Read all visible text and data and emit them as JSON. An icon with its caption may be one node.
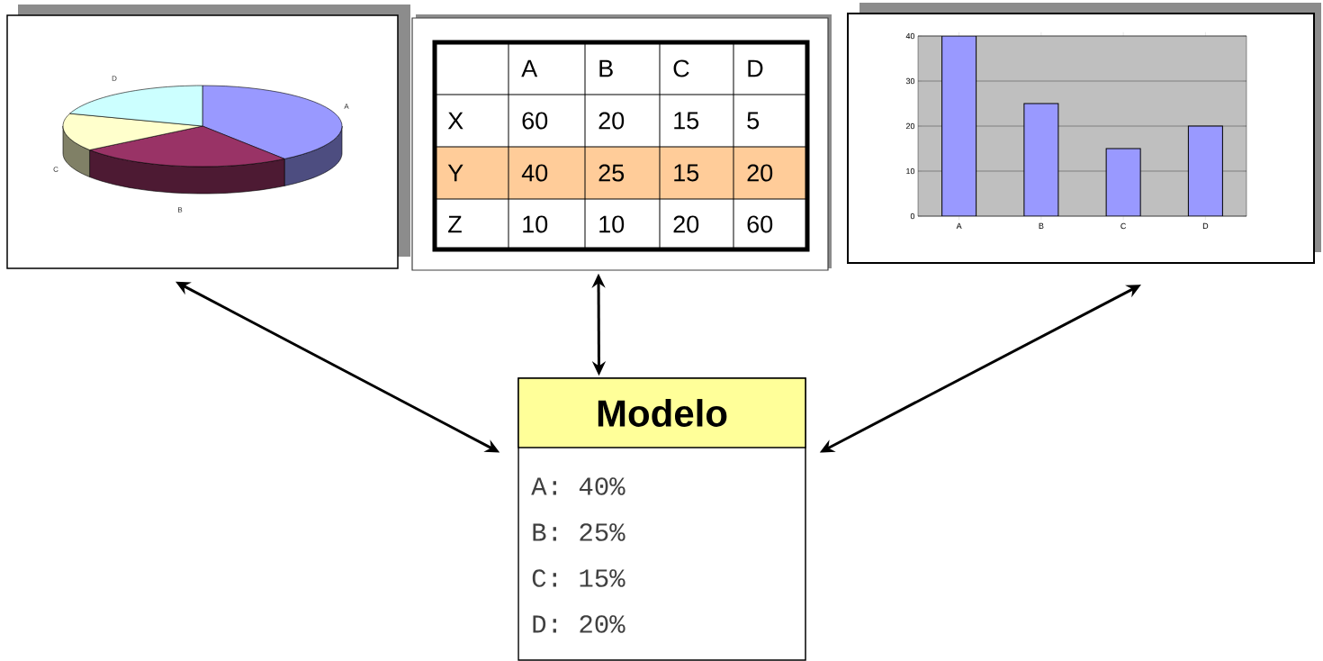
{
  "diagram": {
    "nodes": [
      {
        "text": [
          "D",
          "A",
          "C",
          "B"
        ]
      },
      {
        "text": [],
        "shape": "box"
      },
      {
        "text": [],
        "shape": "picture"
      },
      {
        "text": [
          "Modelo",
          "A: 40%",
          "B: 25%",
          "C: 15%",
          "D: 20%"
        ]
      }
    ],
    "edges": [
      {
        "from": 3,
        "to": 0,
        "arrow": "both"
      },
      {
        "from": 3,
        "to": 1,
        "arrow": "both"
      },
      {
        "from": 3,
        "to": 2,
        "arrow": "both"
      }
    ],
    "labels": [
      "A",
      "B",
      "C",
      "D",
      "X",
      "60",
      "20",
      "15",
      "5",
      "Y",
      "40",
      "25",
      "15",
      "20",
      "Z",
      "10",
      "10",
      "20",
      "60"
    ],
    "chart_data": {
      "type": "bar",
      "categories": [
        "A",
        "B",
        "C",
        "D"
      ],
      "series": [
        {
          "color": "#9999ff",
          "values": [
            40,
            25,
            15,
            20
          ]
        }
      ],
      "ylim": [
        0,
        40
      ],
      "yticks": [
        0,
        10,
        20,
        30,
        40
      ],
      "grid": true
    }
  }
}
